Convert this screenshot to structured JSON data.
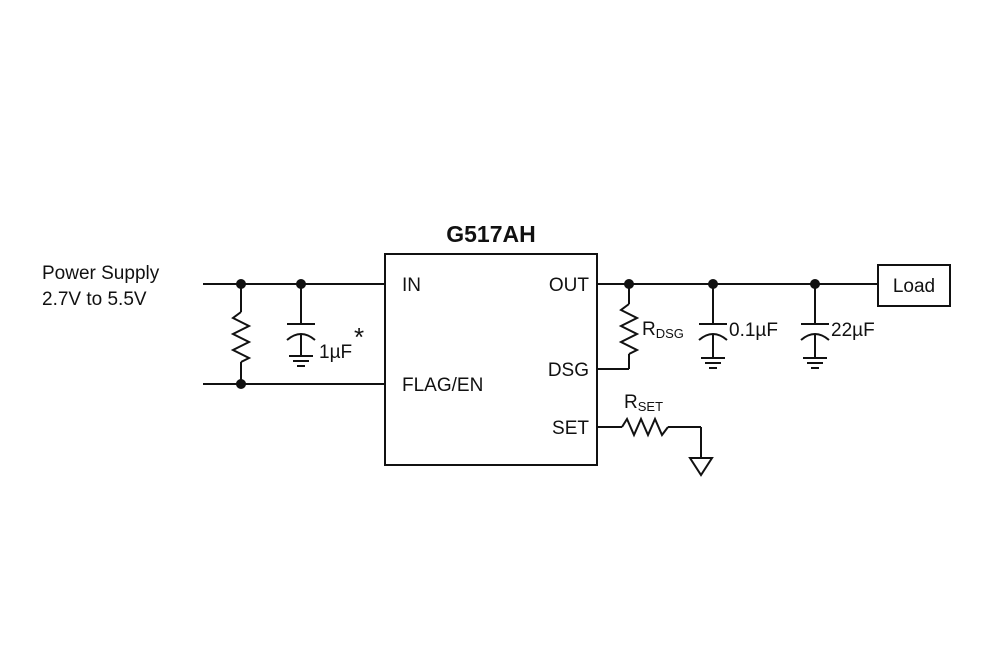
{
  "supply": {
    "line1": "Power Supply",
    "line2": "2.7V to 5.5V"
  },
  "ic": {
    "name": "G517AH",
    "pin_in": "IN",
    "pin_flag_en": "FLAG/EN",
    "pin_out": "OUT",
    "pin_dsg": "DSG",
    "pin_set": "SET"
  },
  "components": {
    "input_cap": "1µF",
    "input_cap_note": "*",
    "rdsg_main": "R",
    "rdsg_sub": "DSG",
    "cap_small": "0.1µF",
    "cap_large": "22µF",
    "rset_main": "R",
    "rset_sub": "SET"
  },
  "load": {
    "label": "Load"
  }
}
